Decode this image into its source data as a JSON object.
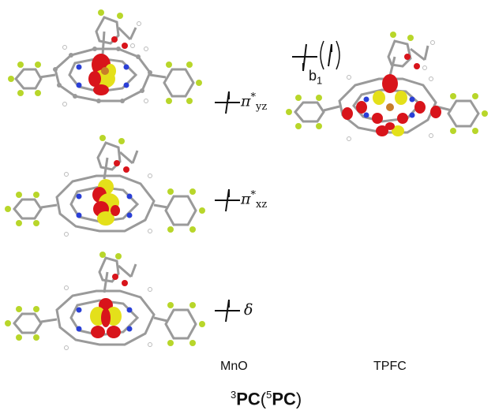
{
  "figure": {
    "colors": {
      "oxygen_lobe": "#d8141b",
      "sulfur_yellow_lobe": "#e4e01a",
      "carbon": "#8e8e8e",
      "fluorine": "#b8d62a",
      "nitrogen": "#2a3fd6",
      "manganese": "#c87d2a"
    },
    "left_column": {
      "system_label": "MnO",
      "orbitals": [
        {
          "symbol": "π",
          "sup": "*",
          "sub": "yz",
          "occupation": "one-electron-up"
        },
        {
          "symbol": "π",
          "sup": "*",
          "sub": "xz",
          "occupation": "one-electron-up"
        },
        {
          "symbol": "δ",
          "sup": "",
          "sub": "",
          "occupation": "one-electron-up"
        }
      ]
    },
    "right_column": {
      "system_label": "TPFC",
      "orbitals": [
        {
          "symbol": "b",
          "sub": "1",
          "occupation": "down-plus-bracketed-up"
        }
      ]
    },
    "state_label": {
      "sup1": "3",
      "main1": "PC",
      "open": "(",
      "sup2": "5",
      "main2": "PC",
      "close": ")"
    }
  }
}
